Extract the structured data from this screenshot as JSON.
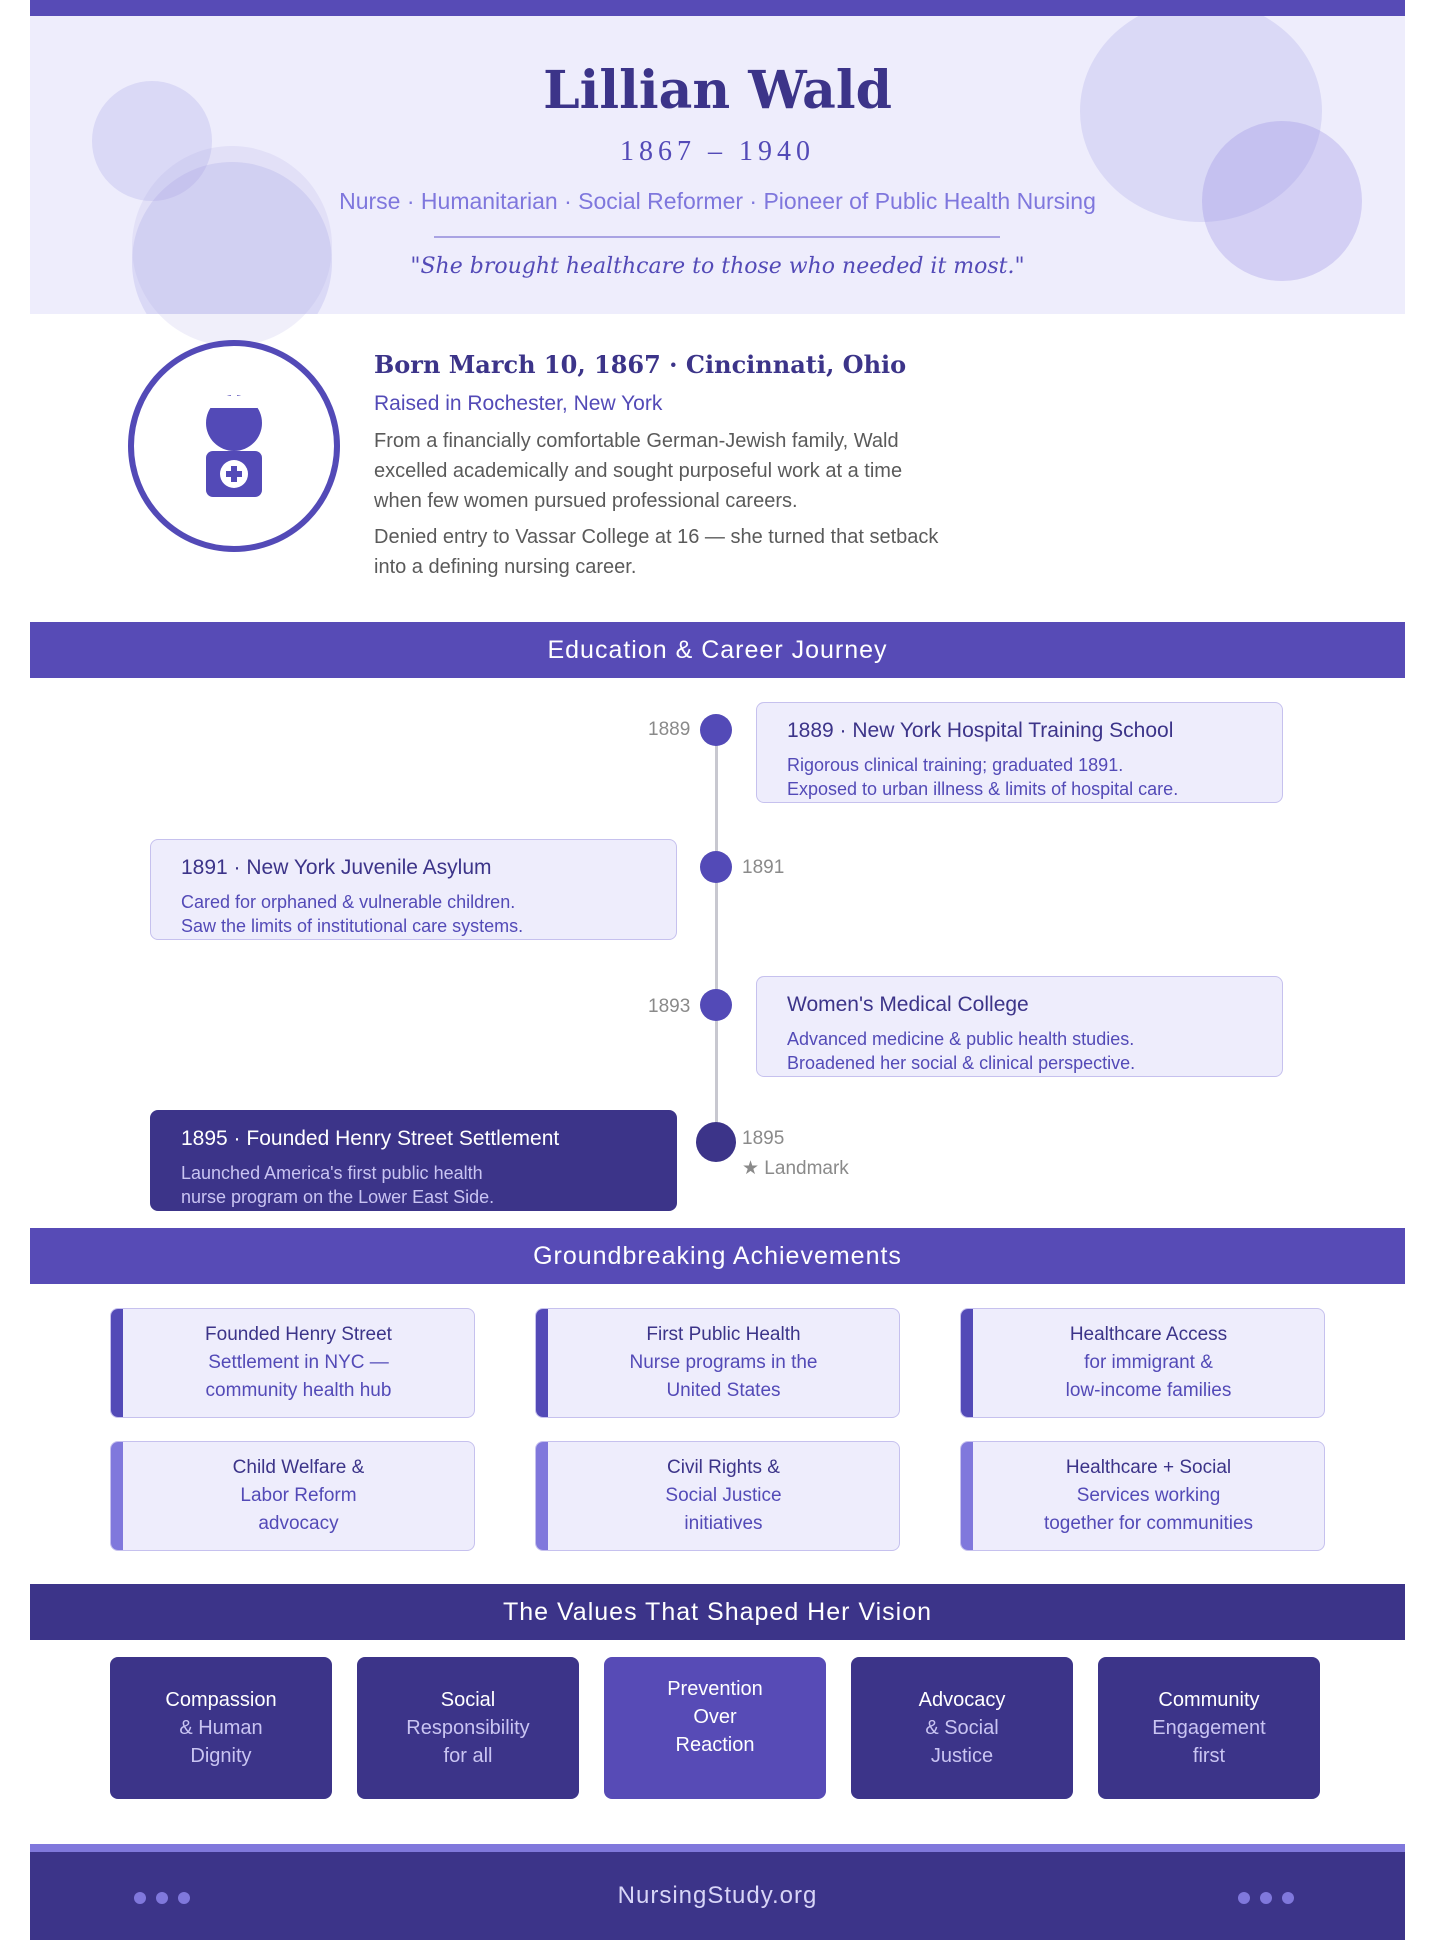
{
  "header": {
    "name": "Lillian Wald",
    "years": "1867 – 1940",
    "roles": "Nurse · Humanitarian · Social Reformer · Pioneer of Public Health Nursing",
    "quote": "\"She brought healthcare to those who needed it most.\""
  },
  "bio": {
    "avatar_icon": "nurse-icon",
    "title": "Born March 10, 1867 · Cincinnati, Ohio",
    "subtitle": "Raised in Rochester, New York",
    "paragraph1": "From a financially comfortable German-Jewish family, Wald excelled academically and sought purposeful work at a time when few women pursued professional careers.",
    "paragraph2": "Denied entry to Vassar College at 16 — she turned that setback into a defining nursing career."
  },
  "sections": {
    "journey": "Education & Career Journey",
    "achievements": "Groundbreaking Achievements",
    "values": "The Values That Shaped Her Vision"
  },
  "timeline": [
    {
      "year": "1889",
      "title": "1889 · New York Hospital Training School",
      "line1": "Rigorous clinical training; graduated 1891.",
      "line2": "Exposed to urban illness & limits of hospital care."
    },
    {
      "year": "1891",
      "title": "1891 · New York Juvenile Asylum",
      "line1": "Cared for orphaned & vulnerable children.",
      "line2": "Saw the limits of institutional care systems."
    },
    {
      "year": "1893",
      "title": "Women's Medical College",
      "line1": "Advanced medicine & public health studies.",
      "line2": "Broadened her social & clinical perspective."
    },
    {
      "year": "1895",
      "badge": "★ Landmark",
      "title": "1895 · Founded Henry Street Settlement",
      "line1": "Launched America's first public health",
      "line2": "nurse program on the Lower East Side."
    }
  ],
  "achievements": [
    [
      "Founded Henry Street",
      "Settlement in NYC —",
      "community health hub"
    ],
    [
      "First Public Health",
      "Nurse programs in the",
      "United States"
    ],
    [
      "Healthcare Access",
      "for immigrant &",
      "low-income families"
    ],
    [
      "Child Welfare &",
      "Labor Reform",
      "advocacy"
    ],
    [
      "Civil Rights &",
      "Social Justice",
      "initiatives"
    ],
    [
      "Healthcare + Social",
      "Services working",
      "together for communities"
    ]
  ],
  "values": [
    [
      "Compassion",
      "& Human",
      "Dignity"
    ],
    [
      "Social",
      "Responsibility",
      "for all"
    ],
    [
      "Prevention",
      "Over",
      "Reaction"
    ],
    [
      "Advocacy",
      "& Social",
      "Justice"
    ],
    [
      "Community",
      "Engagement",
      "first"
    ]
  ],
  "footer": {
    "site": "NursingStudy.org"
  },
  "colors": {
    "primary": "#574bb6",
    "dark": "#3c3489",
    "light_bg": "#eeedfc",
    "accent_light": "#8078dc"
  }
}
